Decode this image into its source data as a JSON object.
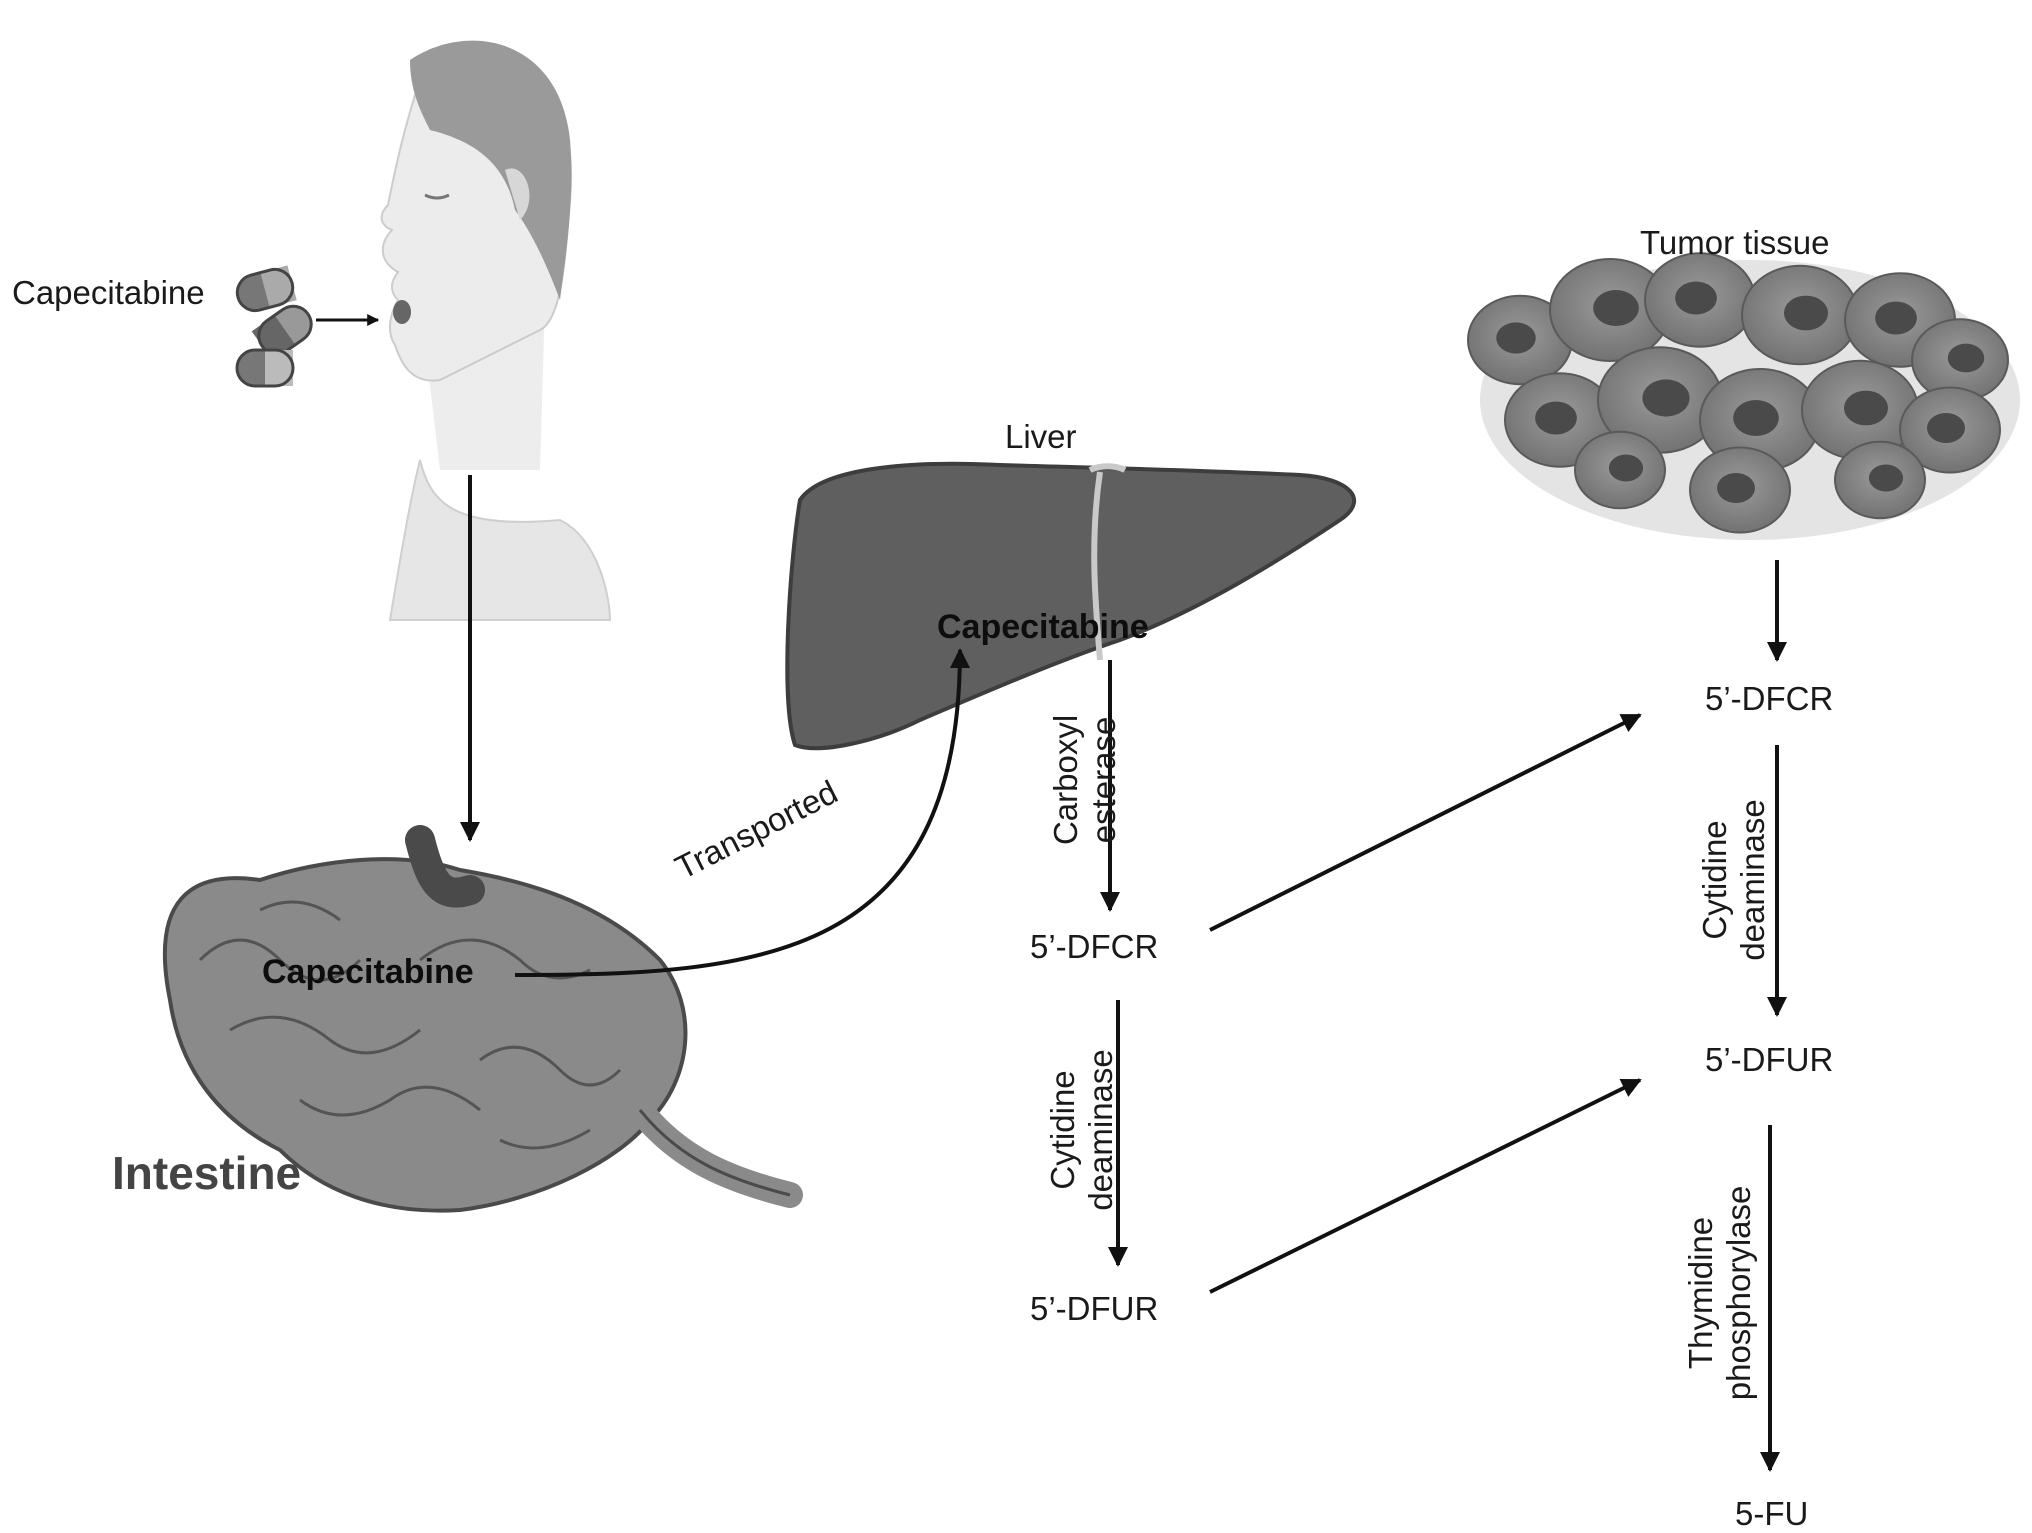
{
  "labels": {
    "capecitabine_oral": "Capecitabine",
    "capecitabine_intestine": "Capecitabine",
    "intestine": "Intestine",
    "transported": "Transported",
    "liver": "Liver",
    "capecitabine_liver": "Capecitabine",
    "tumor_tissue": "Tumor tissue",
    "liver_dfcr": "5’-DFCR",
    "liver_dfur": "5’-DFUR",
    "tumor_dfcr": "5’-DFCR",
    "tumor_dfur": "5’-DFUR",
    "fu": "5-FU"
  },
  "enzymes": {
    "carboxyl_line1": "Carboxyl",
    "carboxyl_line2": "esterase",
    "cytidine_liver_line1": "Cytidine",
    "cytidine_liver_line2": "deaminase",
    "cytidine_tumor_line1": "Cytidine",
    "cytidine_tumor_line2": "deaminase",
    "thymidine_line1": "Thymidine",
    "thymidine_line2": "phosphorylase"
  },
  "colors": {
    "arrow": "#111111",
    "organ_dark": "#5f5f5f",
    "organ_mid": "#8a8a8a",
    "skin": "#ececec",
    "hair": "#9a9a9a"
  }
}
